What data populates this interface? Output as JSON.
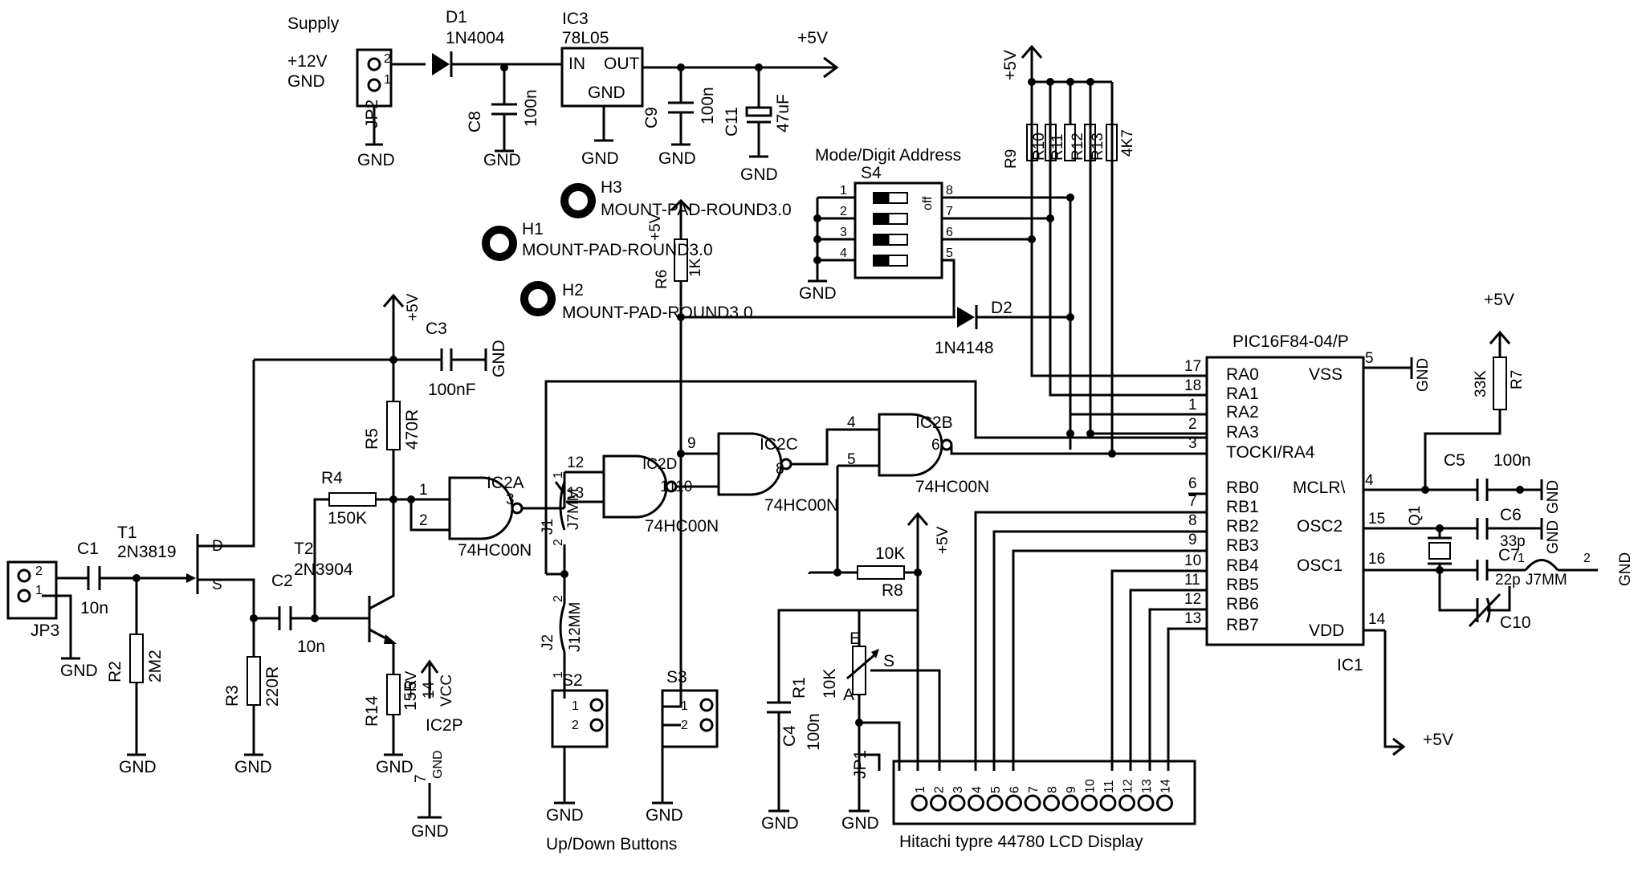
{
  "labels": {
    "supply": "Supply",
    "v12": "+12V",
    "gnd": "GND",
    "p5v": "+5V",
    "vcc": "VCC",
    "d1": "D1",
    "d1_val": "1N4004",
    "ic3": "IC3",
    "ic3_val": "78L05",
    "ic3_in": "IN",
    "ic3_out": "OUT",
    "ic3_gnd": "GND",
    "c8": "C8",
    "c9": "C9",
    "c11": "C11",
    "c11_val": "47uF",
    "v100n": "100n",
    "jp2": "JP2",
    "jp3": "JP3",
    "jp1": "JP1",
    "mode": "Mode/Digit Address",
    "s4": "S4",
    "s3": "S3",
    "s2": "S2",
    "off": "off",
    "r9": "R9",
    "r10": "R10",
    "r11": "R11",
    "r12": "R12",
    "r13": "R13",
    "v4k7": "4K7",
    "h1": "H1",
    "h2": "H2",
    "h3": "H3",
    "mount": "MOUNT-PAD-ROUND3.0",
    "r6": "R6",
    "v1k": "1K",
    "d2": "D2",
    "d2_val": "1N4148",
    "c3": "C3",
    "c3_val": "100nF",
    "r5": "R5",
    "r5_val": "470R",
    "r4": "R4",
    "r4_val": "150K",
    "t1": "T1",
    "t1_val": "2N3819",
    "t2": "T2",
    "t2_val": "2N3904",
    "c1": "C1",
    "c2": "C2",
    "v10n": "10n",
    "r2": "R2",
    "r2_val": "2M2",
    "r3": "R3",
    "r3_val": "220R",
    "r14": "R14",
    "r14_val": "15R",
    "ic2p": "IC2P",
    "ic2a": "IC2A",
    "ic2b": "IC2B",
    "ic2c": "IC2C",
    "ic2d": "IC2D",
    "hc00": "74HC00N",
    "j1": "J1",
    "j2": "J2",
    "j7mm": "J7MM",
    "j12mm": "J12MM",
    "r8": "R8",
    "v10k": "10K",
    "r1": "R1",
    "r1_e": "E",
    "r1_s": "S",
    "r1_a": "A",
    "c4": "C4",
    "ic1": "IC1",
    "ic1_val": "PIC16F84-04/P",
    "vss": "VSS",
    "mclr": "MCLR\\",
    "osc2": "OSC2",
    "osc1": "OSC1",
    "vdd": "VDD",
    "tocki": "TOCKI/RA4",
    "c5": "C5",
    "c6": "C6",
    "c6_val": "33p",
    "c7": "C7",
    "c7_val": "22p",
    "c10": "C10",
    "q1": "Q1",
    "r7": "R7",
    "r7_val": "33K",
    "updown": "Up/Down Buttons",
    "lcd": "Hitachi typre 44780 LCD Display",
    "dipsw_pins": [
      "1",
      "2",
      "3",
      "4"
    ],
    "dipsw_pins_r": [
      "8",
      "7",
      "6",
      "5"
    ],
    "pic_left_names": [
      "RA0",
      "RA1",
      "RA2",
      "RA3",
      "RB0",
      "RB1",
      "RB2",
      "RB3",
      "RB4",
      "RB5",
      "RB6",
      "RB7"
    ],
    "pic_left_nums": [
      "17",
      "18",
      "1",
      "2",
      "3",
      "6",
      "7",
      "8",
      "9",
      "10",
      "11",
      "12",
      "13"
    ],
    "lcd_pins": [
      "1",
      "2",
      "3",
      "4",
      "5",
      "6",
      "7",
      "8",
      "9",
      "10",
      "11",
      "12",
      "13",
      "14"
    ],
    "pins": {
      "p1": "1",
      "p2": "2",
      "p3": "3",
      "p4": "4",
      "p5": "5",
      "p6": "6",
      "p7": "7",
      "p8": "8",
      "p9": "9",
      "p12": "12",
      "p13": "13",
      "p14": "14",
      "p15": "15",
      "p16": "16"
    }
  }
}
